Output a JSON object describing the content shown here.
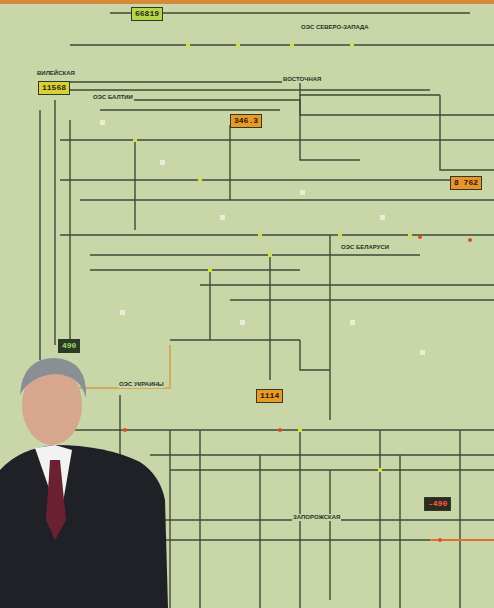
{
  "diagram": {
    "nodes": [
      {
        "text": [
          "66819"
        ]
      },
      {
        "text": [
          "11568"
        ]
      },
      {
        "text": [
          "346.3"
        ]
      },
      {
        "text": [
          "8 762"
        ]
      },
      {
        "text": [
          "490"
        ]
      },
      {
        "text": [
          "1114"
        ]
      },
      {
        "text": [
          "-490"
        ]
      }
    ],
    "labels": [
      "ОЭС СЕВЕРО-ЗАПАДА",
      "ВИЛЕЙСКАЯ",
      "ОЭС БАЛТИИ",
      "ВОСТОЧНАЯ",
      "ОЭС БЕЛАРУСИ",
      "ОЭС УКРАИНЫ",
      "ЗАПОРОЖСКАЯ"
    ]
  }
}
